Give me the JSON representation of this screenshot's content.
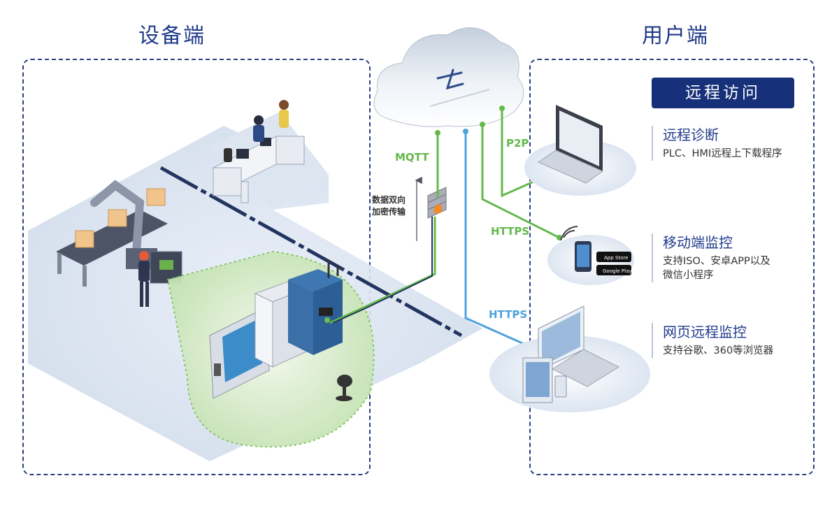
{
  "titles": {
    "device_side": "设备端",
    "user_side": "用户端"
  },
  "protocols": {
    "mqtt": "MQTT",
    "p2p": "P2P",
    "https_mobile": "HTTPS",
    "https_web": "HTTPS"
  },
  "encryption": {
    "line1": "数据双向",
    "line2": "加密传输"
  },
  "remote_access_badge": "远程访问",
  "features": [
    {
      "title": "远程诊断",
      "desc": [
        "PLC、HMI远程上下载程序"
      ]
    },
    {
      "title": "移动端监控",
      "desc": [
        "支持ISO、安卓APP以及",
        "微信小程序"
      ]
    },
    {
      "title": "网页远程监控",
      "desc": [
        "支持谷歌、360等浏览器"
      ]
    }
  ],
  "app_stores": {
    "apple": "App Store",
    "google": "Google Play"
  },
  "colors": {
    "navy": "#17307a",
    "green_line": "#64b94b",
    "blue_line": "#4fa3dc",
    "floor": "#dbe4f1"
  }
}
